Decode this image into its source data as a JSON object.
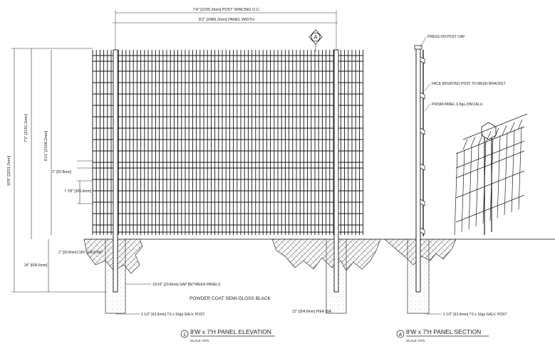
{
  "elevation": {
    "top_dim_label": "7'4\" [2235.3mm] POST SPACING O.C.",
    "panel_width_label": "8'2\" [2489.2mm] PANEL WIDTH",
    "section_marker": "A",
    "overall_height_label": "10'8\" [3251.2mm]",
    "panel_height_label": "7'2\" [2181.2mm]",
    "mesh_height_label": "6'11\" [2108.2mm]",
    "rail_gap_label": "2\" [50.8mm]",
    "cell_height_label": "7 7/8\" [200.0mm]",
    "off_ground_label": "2\" [50.8mm] OFF GROUND",
    "embed_label": "24\" [609.6mm]",
    "gap_label": "15/16\" [23.8mm] GAP BETWEEN PANELS",
    "finish_note": "POWDER COAT SEMI-GLOSS BLACK",
    "post_label": "2 1/2\" [63.5mm] TS x 16ga GALV. POST",
    "pier_label": "12\" [304.8mm] PIER DIA.",
    "title_number": "1",
    "title": "8'W x 7'H PANEL ELEVATION",
    "scale": "SCALE: NTS"
  },
  "section": {
    "callouts": [
      "PRESS ON POST CAP",
      "FACE MOUNTED POST TO MESH BRACKET",
      "PRISM PANEL 6.5ga ZINC/ALU"
    ],
    "post_label": "2 1/2\" [63.5mm] TS x 16ga GALV. POST",
    "title_letter": "A",
    "title": "8'W x 7'H PANEL SECTION",
    "scale": "SCALE: NTS"
  }
}
